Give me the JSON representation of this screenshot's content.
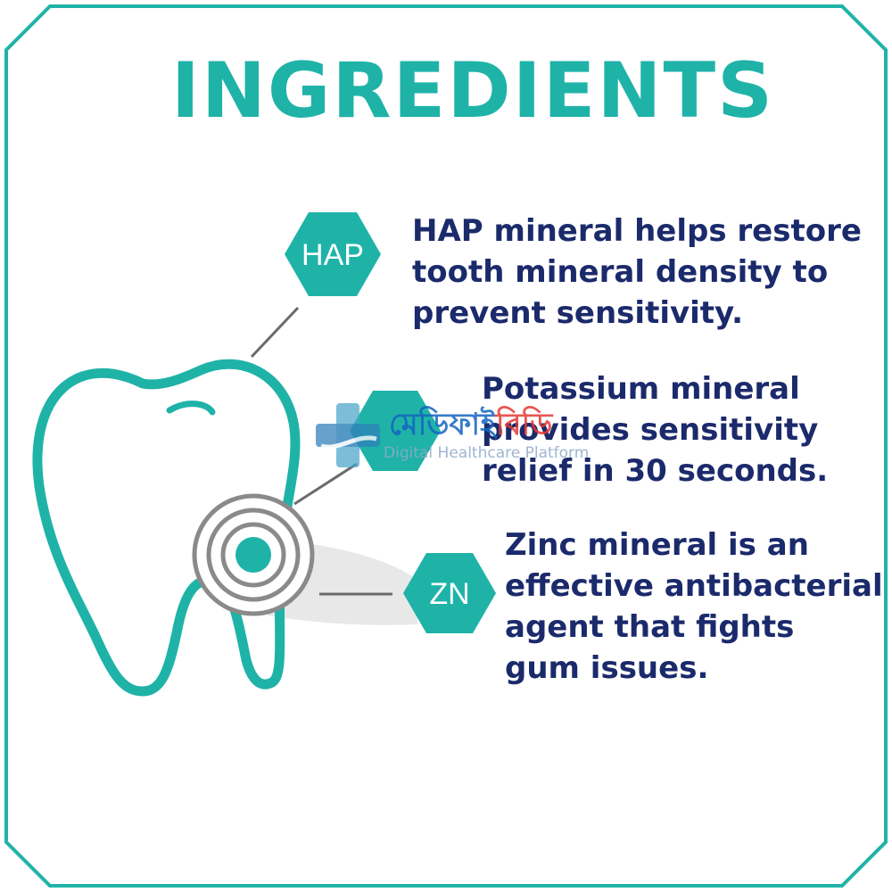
{
  "colors": {
    "teal": "#1fb3a8",
    "navy": "#1b2a6b",
    "line_gray": "#6b6b6b",
    "watermark_blue": "#1565c0",
    "watermark_red": "#e53935"
  },
  "title": "INGREDIENTS",
  "ingredients": [
    {
      "badge": "HAP",
      "lines": [
        "HAP mineral helps restore",
        "tooth mineral density to",
        "prevent sensitivity."
      ]
    },
    {
      "badge": "",
      "lines": [
        "Potassium mineral",
        "provides sensitivity",
        "relief in 30 seconds."
      ]
    },
    {
      "badge": "ZN",
      "lines": [
        "Zinc mineral is an",
        "effective antibacterial",
        "agent that fights",
        "gum issues."
      ]
    }
  ],
  "watermark": {
    "logo": "medical-cross-logo",
    "main_text": "মেডিফাই",
    "accent_text": "বিডি",
    "subtitle": "Digital Healthcare Platform"
  },
  "icons": {
    "tooth": "tooth-icon",
    "sensitivity_target": "target-rings-icon"
  }
}
